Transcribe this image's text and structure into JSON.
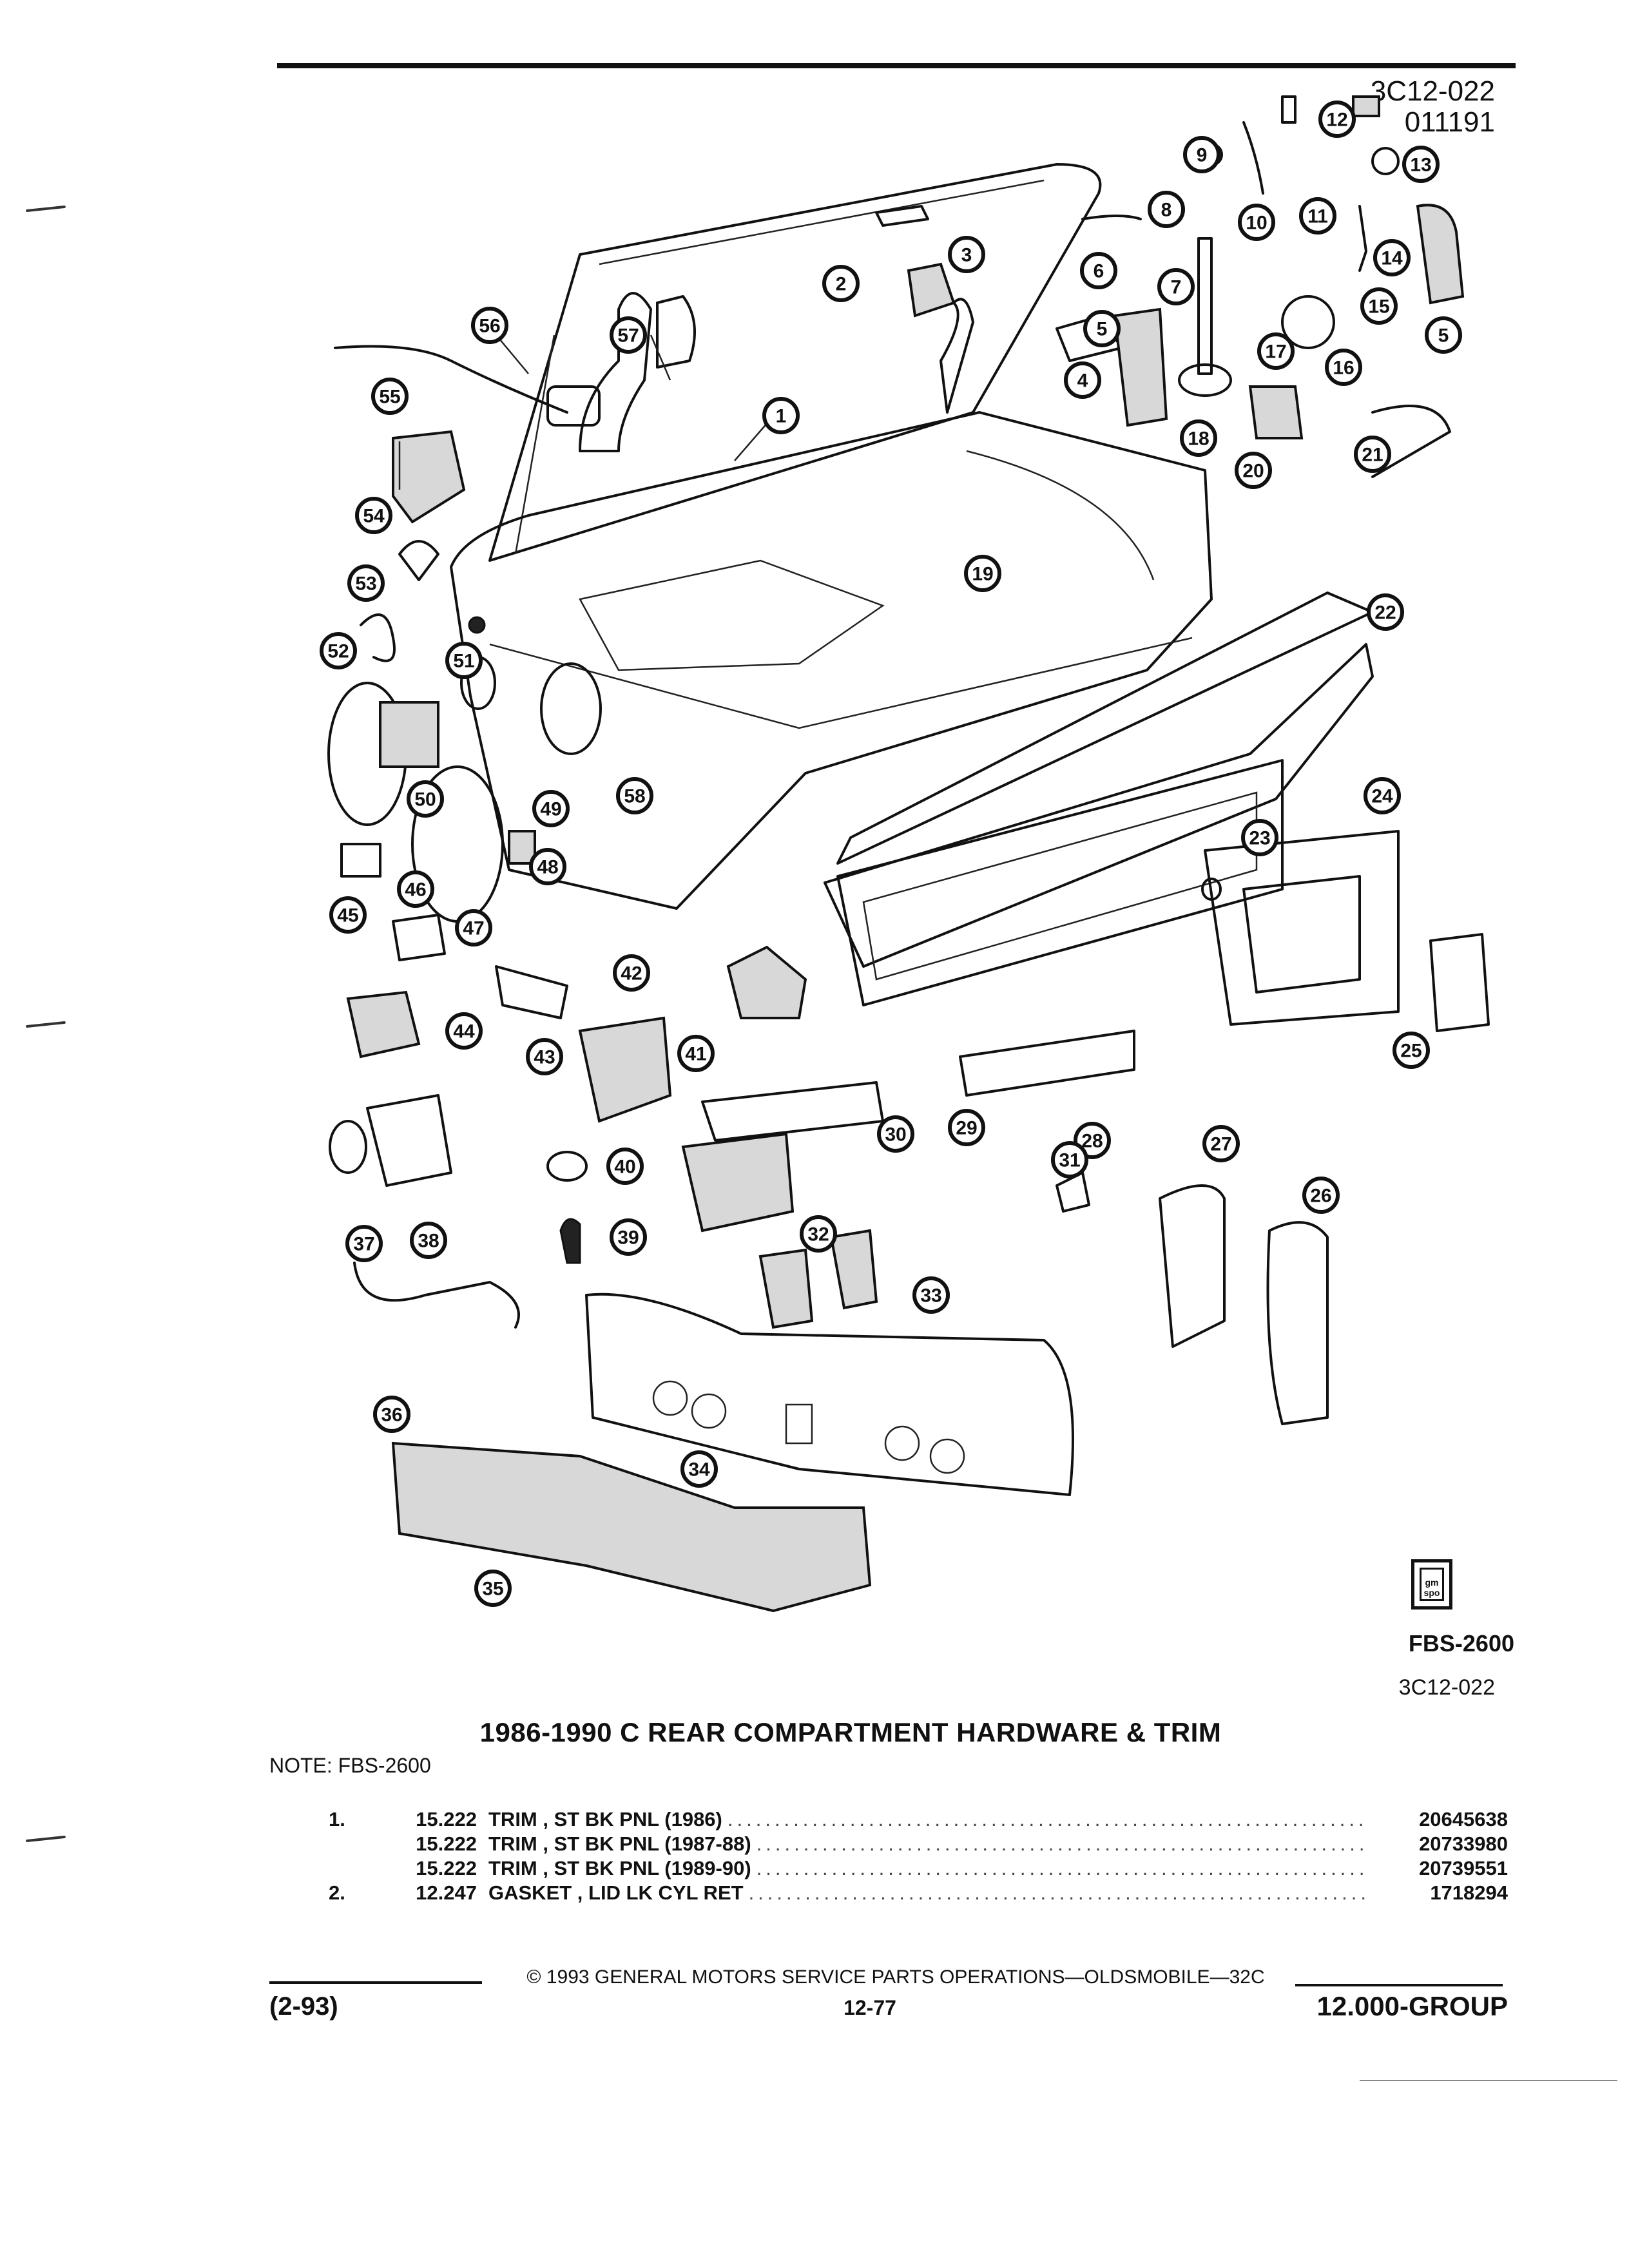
{
  "header": {
    "diagram_code": "3C12-022",
    "date_code": "011191"
  },
  "callouts": [
    "1",
    "2",
    "3",
    "4",
    "5",
    "5",
    "6",
    "7",
    "8",
    "9",
    "10",
    "11",
    "12",
    "13",
    "14",
    "15",
    "16",
    "17",
    "18",
    "19",
    "20",
    "21",
    "22",
    "23",
    "24",
    "25",
    "26",
    "27",
    "28",
    "29",
    "30",
    "31",
    "32",
    "33",
    "34",
    "35",
    "36",
    "37",
    "38",
    "39",
    "40",
    "41",
    "42",
    "43",
    "44",
    "45",
    "46",
    "47",
    "48",
    "49",
    "50",
    "51",
    "52",
    "53",
    "54",
    "55",
    "56",
    "57",
    "58"
  ],
  "badge": {
    "text": "gm spo"
  },
  "fbs_code": "FBS-2600",
  "diagram_code_bottom": "3C12-022",
  "title": "1986-1990 C REAR COMPARTMENT HARDWARE & TRIM",
  "note": "NOTE:  FBS-2600",
  "parts": [
    {
      "num": "1.",
      "group": "15.222",
      "desc": "TRIM , ST BK PNL (1986)",
      "pn": "20645638"
    },
    {
      "num": "",
      "group": "15.222",
      "desc": "TRIM , ST BK PNL (1987-88)",
      "pn": "20733980"
    },
    {
      "num": "",
      "group": "15.222",
      "desc": "TRIM , ST BK PNL (1989-90)",
      "pn": "20739551"
    },
    {
      "num": "2.",
      "group": "12.247",
      "desc": "GASKET , LID LK CYL RET",
      "pn": "1718294"
    }
  ],
  "footer": {
    "copyright": "©  1993  GENERAL MOTORS SERVICE PARTS OPERATIONS—OLDSMOBILE—32C",
    "date": "(2-93)",
    "page": "12-77",
    "group": "12.000-GROUP"
  }
}
